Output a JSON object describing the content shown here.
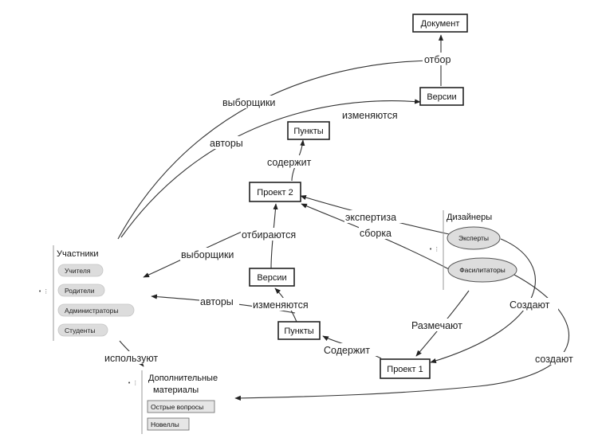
{
  "nodes": {
    "dokument": "Документ",
    "versii_top": "Версии",
    "punkty_top": "Пункты",
    "proekt2": "Проект 2",
    "versii_mid": "Версии",
    "punkty_mid": "Пункты",
    "proekt1": "Проект 1"
  },
  "edges": {
    "otbor": "отбор",
    "vyborshchiki_top": "выборщики",
    "izmenyayutsya_top": "изменяются",
    "avtory_top": "авторы",
    "soderzhit_top": "содержит",
    "ekspertiza": "экспертиза",
    "sborka": "сборка",
    "otbirayutsya": "отбираются",
    "vyborshchiki_mid": "выборщики",
    "avtory_mid": "авторы",
    "izmenyayutsya_mid": "изменяются",
    "soderzhit_bottom": "Содержит",
    "razmechayut": "Размечают",
    "sozdayut_upper": "Создают",
    "sozdayut_lower": "создают",
    "ispolzuyut": "используют"
  },
  "participants": {
    "title": "Участники",
    "items": [
      "Учителя",
      "Родители",
      "Администраторы",
      "Студенты"
    ]
  },
  "designers": {
    "title": "Дизайнеры",
    "items": [
      "Эксперты",
      "Фасилитаторы"
    ]
  },
  "materials": {
    "title_line1": "Дополнительные",
    "title_line2": "материалы",
    "items": [
      "Острые вопросы",
      "Новеллы"
    ]
  },
  "expand_marker": "• ⋮"
}
